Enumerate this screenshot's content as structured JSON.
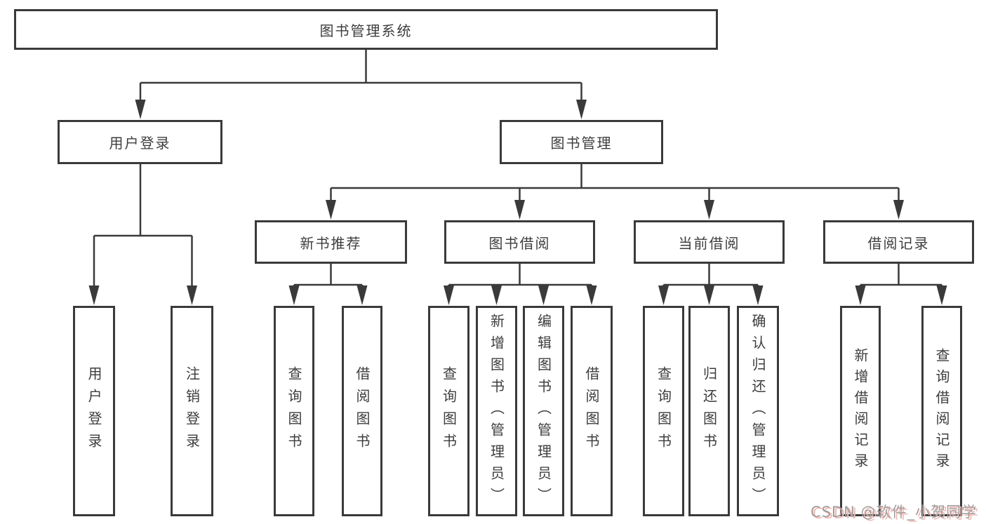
{
  "tree": {
    "root": "图书管理系统",
    "level2": {
      "user_login": "用户登录",
      "book_management": "图书管理"
    },
    "level3": {
      "new_book_recommend": "新书推荐",
      "book_borrowing": "图书借阅",
      "current_borrowing": "当前借阅",
      "borrowing_records": "借阅记录"
    },
    "leaves": {
      "user_login": [
        "用户登录",
        "注销登录"
      ],
      "new_book_recommend": [
        "查询图书",
        "借阅图书"
      ],
      "book_borrowing": [
        "查询图书",
        "新增图书（管理员）",
        "编辑图书（管理员）",
        "借阅图书"
      ],
      "current_borrowing": [
        "查询图书",
        "归还图书",
        "确认归还（管理员）"
      ],
      "borrowing_records": [
        "新增借阅记录",
        "查询借阅记录"
      ]
    }
  },
  "watermark": "CSDN @软件_小贺同学",
  "colors": {
    "line": "#3a3a3a",
    "node_text": "#3d3d3d",
    "background": "#ffffff",
    "watermark_text": "#9e9e9e",
    "watermark_shadow": "#f5b8b2"
  }
}
